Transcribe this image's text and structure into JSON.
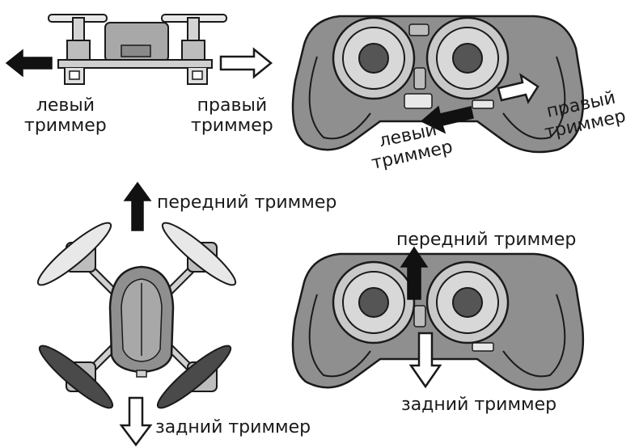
{
  "labels": {
    "top_left_left_trim": "левый\nтриммер",
    "top_left_right_trim": "правый\nтриммер",
    "top_right_left_trim": "левый\nтриммер",
    "top_right_right_trim": "правый\nтриммер",
    "bottom_left_forward_trim": "передний триммер",
    "bottom_left_back_trim": "задний триммер",
    "bottom_right_forward_trim": "передний триммер",
    "bottom_right_back_trim": "задний триммер"
  },
  "colors": {
    "stroke": "#1a1a1a",
    "body_gray": "#8f8f8f",
    "light_gray": "#c9c9c9",
    "dark_gray": "#555555",
    "arrow_black": "#111111",
    "arrow_white": "#ffffff",
    "prop_light": "#e8e8e8",
    "prop_dark": "#4a4a4a"
  },
  "icons": [
    "quadcopter-side-icon",
    "remote-controller-icon",
    "quadcopter-top-icon",
    "arrow-left-icon",
    "arrow-right-icon",
    "arrow-up-icon",
    "arrow-down-icon"
  ]
}
